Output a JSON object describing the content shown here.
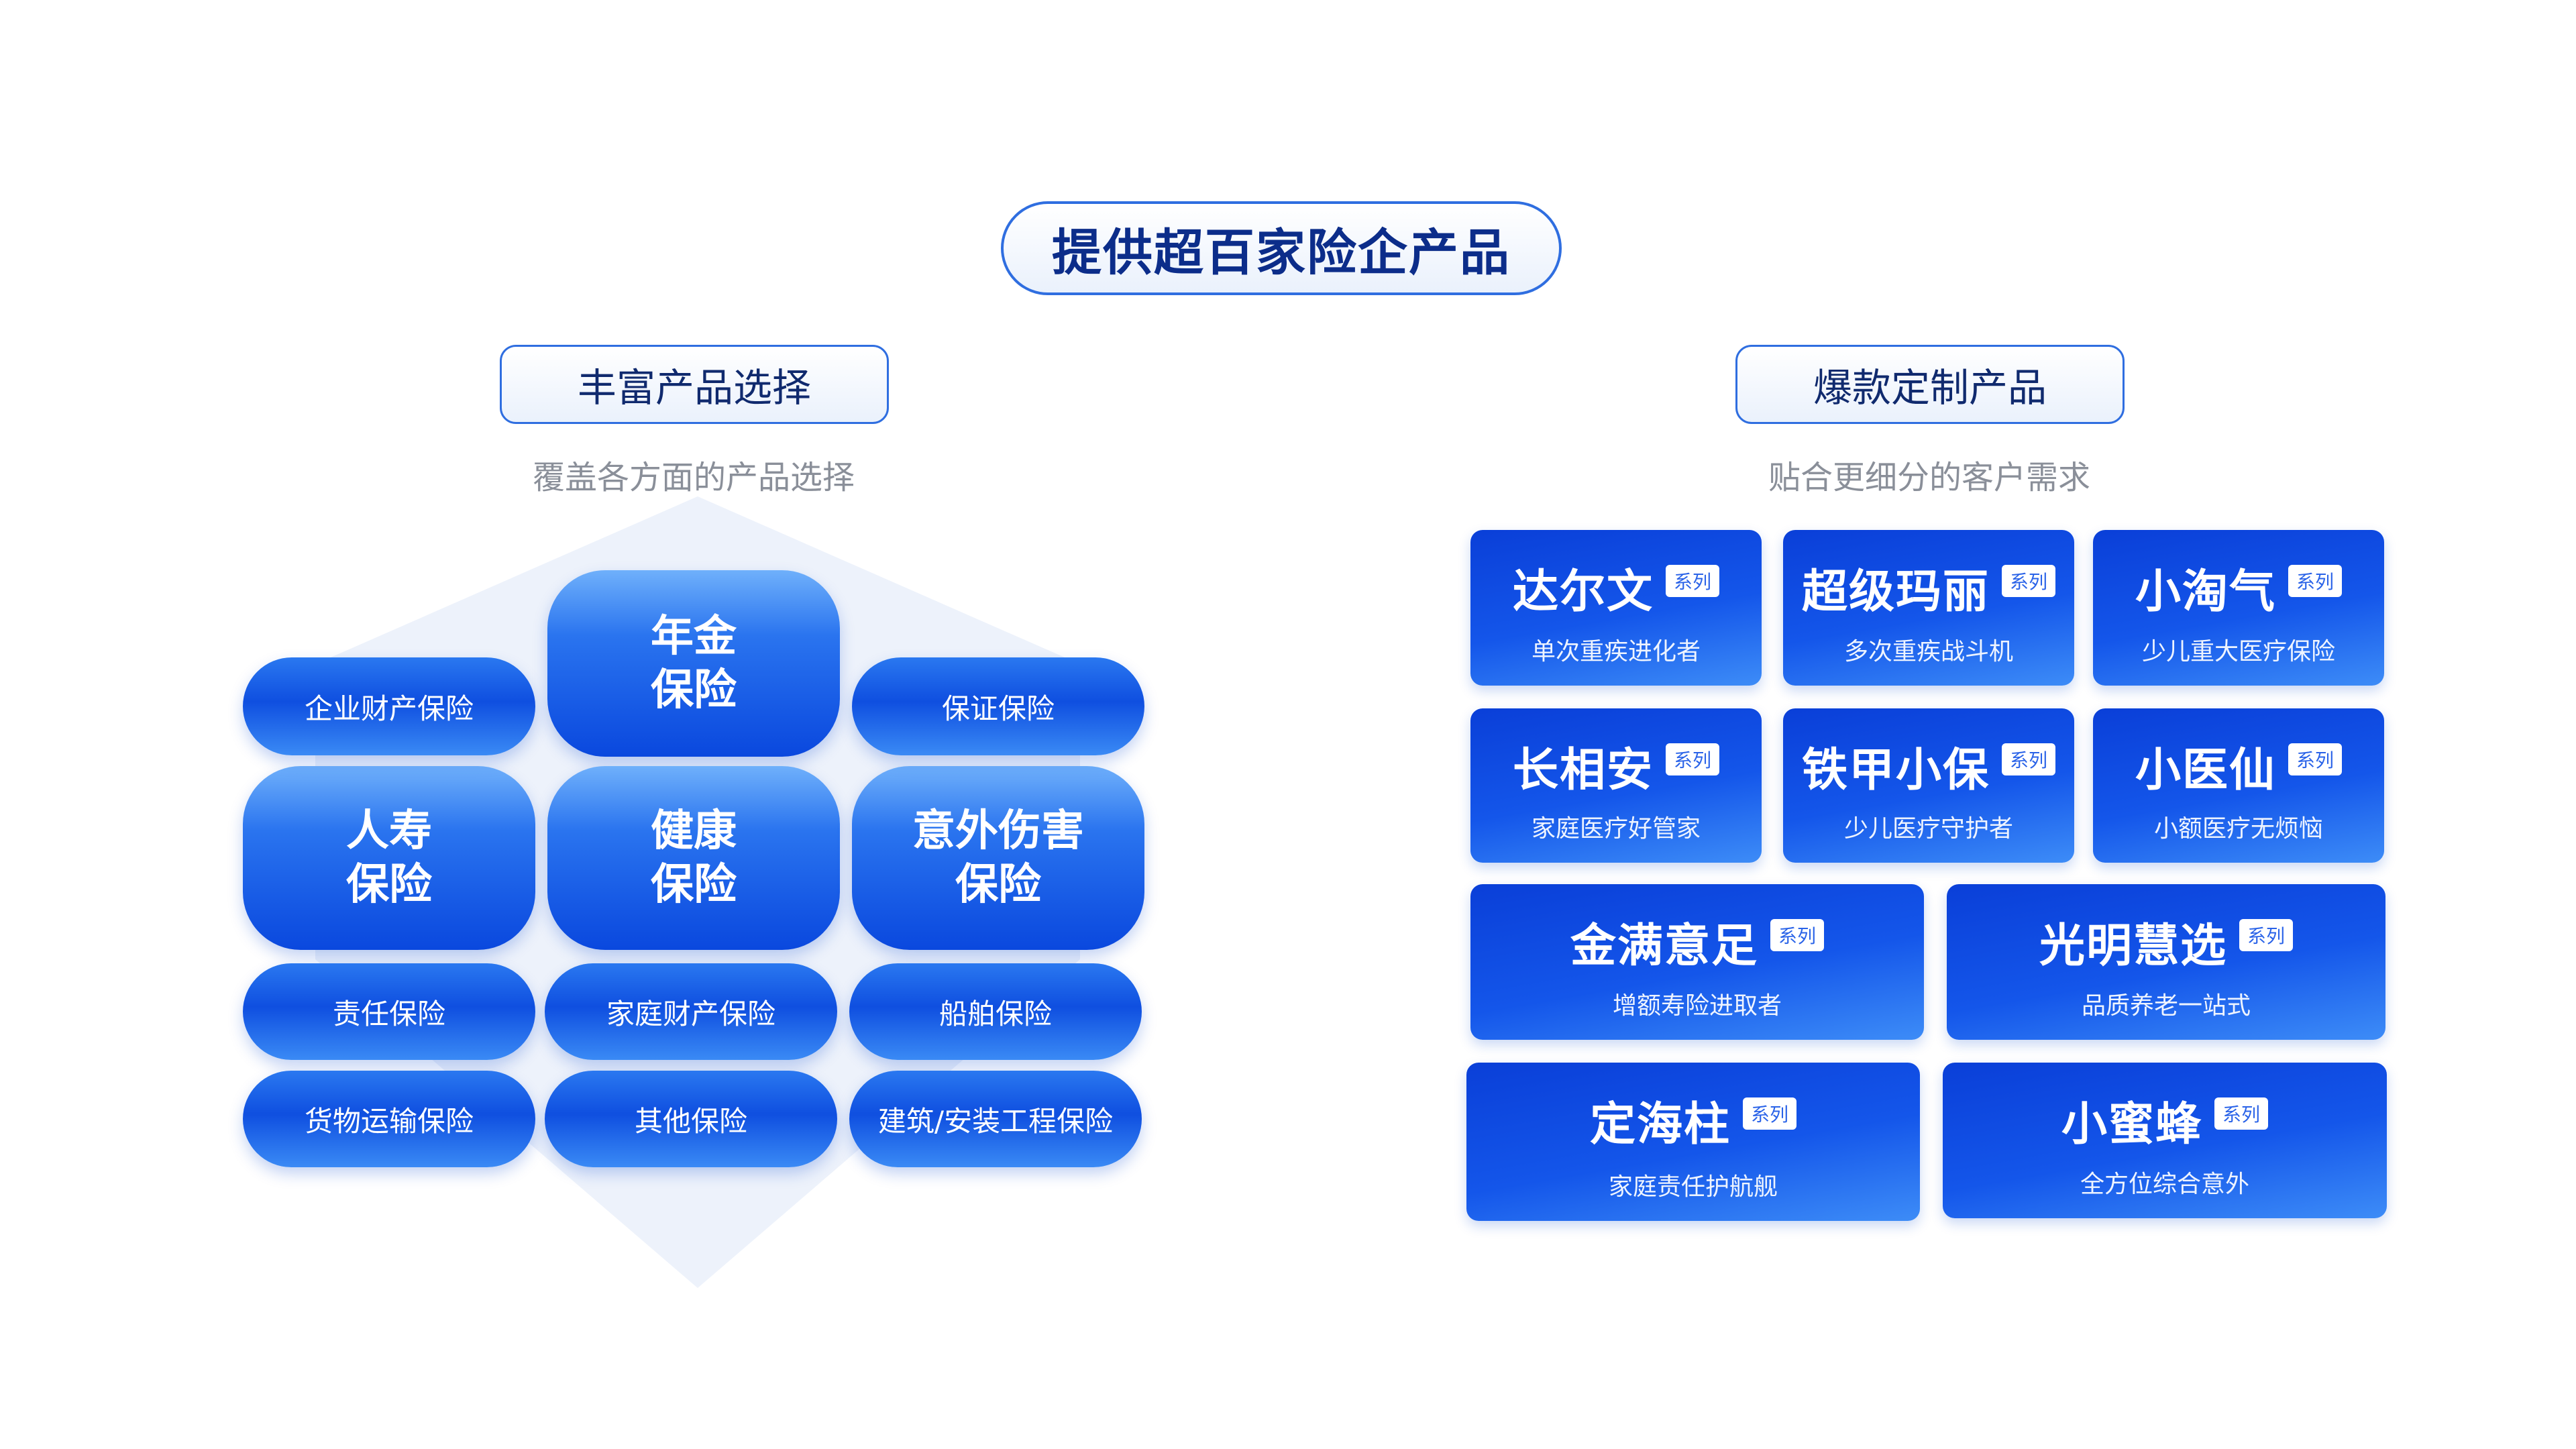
{
  "main_title": "提供超百家险企产品",
  "left": {
    "title": "丰富产品选择",
    "subtitle": "覆盖各方面的产品选择",
    "big": {
      "annuity": [
        "年金",
        "保险"
      ],
      "life": [
        "人寿",
        "保险"
      ],
      "health": [
        "健康",
        "保险"
      ],
      "accident": [
        "意外伤害",
        "保险"
      ]
    },
    "small": {
      "enterprise_property": "企业财产保险",
      "guarantee": "保证保险",
      "liability": "责任保险",
      "home_property": "家庭财产保险",
      "ship": "船舶保险",
      "cargo": "货物运输保险",
      "other": "其他保险",
      "construction": "建筑/安装工程保险"
    }
  },
  "right": {
    "title": "爆款定制产品",
    "subtitle": "贴合更细分的客户需求",
    "tag": "系列",
    "cards": [
      {
        "name": "达尔文",
        "desc": "单次重疾进化者"
      },
      {
        "name": "超级玛丽",
        "desc": "多次重疾战斗机"
      },
      {
        "name": "小淘气",
        "desc": "少儿重大医疗保险"
      },
      {
        "name": "长相安",
        "desc": "家庭医疗好管家"
      },
      {
        "name": "铁甲小保",
        "desc": "少儿医疗守护者"
      },
      {
        "name": "小医仙",
        "desc": "小额医疗无烦恼"
      },
      {
        "name": "金满意足",
        "desc": "增额寿险进取者"
      },
      {
        "name": "光明慧选",
        "desc": "品质养老一站式"
      },
      {
        "name": "定海柱",
        "desc": "家庭责任护航舰"
      },
      {
        "name": "小蜜蜂",
        "desc": "全方位综合意外"
      }
    ]
  },
  "colors": {
    "accent": "#0a4ee0",
    "title_text": "#0c2d8a",
    "hex_bg": "#edf2fb"
  }
}
